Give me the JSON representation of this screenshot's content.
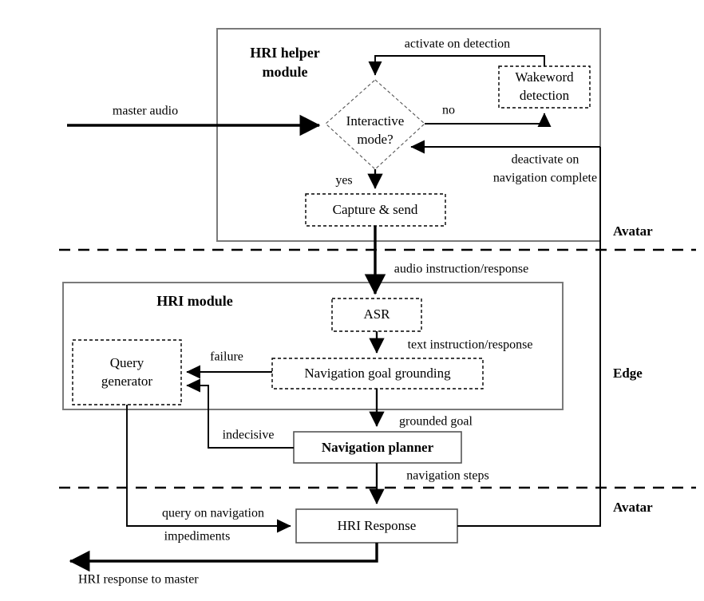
{
  "figure": {
    "type": "system-architecture-flowchart",
    "title": "HRI system architecture flow diagram"
  },
  "regions": [
    {
      "id": "avatar-top",
      "label": "Avatar"
    },
    {
      "id": "edge",
      "label": "Edge"
    },
    {
      "id": "avatar-bottom",
      "label": "Avatar"
    }
  ],
  "containers": [
    {
      "id": "hri-helper-module",
      "title_line1": "HRI helper",
      "title_line2": "module"
    },
    {
      "id": "hri-module",
      "title": "HRI module"
    }
  ],
  "nodes": [
    {
      "id": "wakeword-detection",
      "line1": "Wakeword",
      "line2": "detection",
      "style": "dashed"
    },
    {
      "id": "interactive-mode",
      "line1": "Interactive",
      "line2": "mode?",
      "style": "dashed-diamond"
    },
    {
      "id": "capture-and-send",
      "label": "Capture & send",
      "style": "dashed"
    },
    {
      "id": "asr",
      "label": "ASR",
      "style": "dashed"
    },
    {
      "id": "navigation-goal-grounding",
      "label": "Navigation goal grounding",
      "style": "dashed"
    },
    {
      "id": "query-generator",
      "line1": "Query",
      "line2": "generator",
      "style": "dashed"
    },
    {
      "id": "navigation-planner",
      "label": "Navigation planner",
      "style": "solid-bold"
    },
    {
      "id": "hri-response",
      "label": "HRI Response",
      "style": "solid"
    }
  ],
  "edges": [
    {
      "id": "master-audio",
      "label": "master audio"
    },
    {
      "id": "activate-on-detection",
      "label": "activate on detection"
    },
    {
      "id": "no-branch",
      "label": "no"
    },
    {
      "id": "yes-branch",
      "label": "yes"
    },
    {
      "id": "deactivate",
      "line1": "deactivate on",
      "line2": "navigation complete"
    },
    {
      "id": "audio-instruction-response",
      "label": "audio instruction/response"
    },
    {
      "id": "text-instruction-response",
      "label": "text instruction/response"
    },
    {
      "id": "failure",
      "label": "failure"
    },
    {
      "id": "grounded-goal",
      "label": "grounded goal"
    },
    {
      "id": "indecisive",
      "label": "indecisive"
    },
    {
      "id": "navigation-steps",
      "label": "navigation steps"
    },
    {
      "id": "query-on-navigation-impediments",
      "line1": "query on navigation",
      "line2": "impediments"
    },
    {
      "id": "hri-response-to-master",
      "label": "HRI response to master"
    }
  ],
  "colors": {
    "background": "#ffffff",
    "stroke": "#000000",
    "container_stroke": "#7a7a7a",
    "box_stroke": "#555555"
  }
}
